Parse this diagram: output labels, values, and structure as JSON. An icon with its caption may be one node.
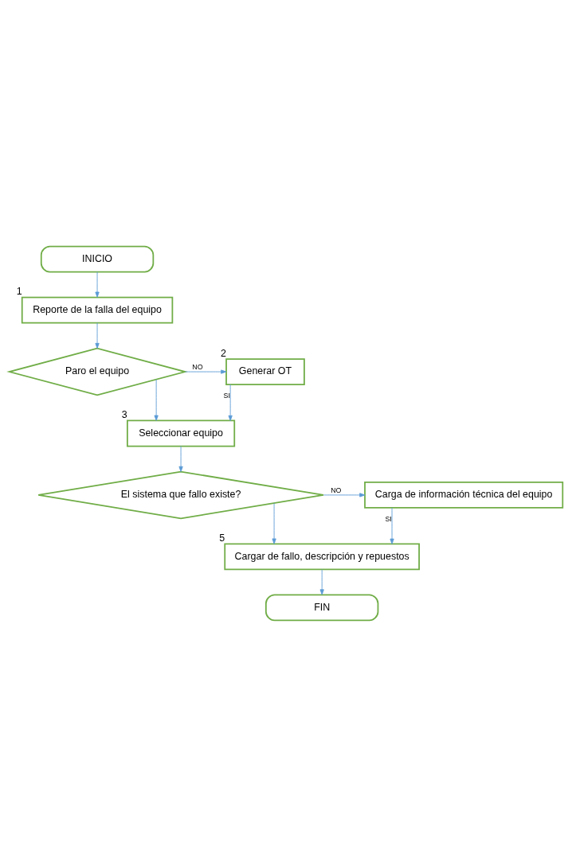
{
  "diagram": {
    "nodes": [
      {
        "text": [
          "INICIO"
        ]
      },
      {
        "text": [
          "Reporte de la falla del equipo"
        ],
        "beside": [
          "1"
        ]
      },
      {
        "text": [
          "Paro el equipo"
        ]
      },
      {
        "text": [
          "Generar OT"
        ],
        "beside": [
          "2"
        ]
      },
      {
        "text": [
          "Seleccionar equipo"
        ],
        "beside": [
          "3"
        ]
      },
      {
        "text": [
          "El sistema que fallo existe?"
        ]
      },
      {
        "text": [
          "Carga de información técnica del equipo"
        ]
      },
      {
        "text": [
          "Cargar de fallo, descripción y repuestos"
        ],
        "beside": [
          "5"
        ]
      },
      {
        "text": [
          "FIN"
        ]
      }
    ],
    "edges": [
      {
        "from": 0,
        "to": 1,
        "arrow": "to"
      },
      {
        "from": 1,
        "to": 2,
        "arrow": "to"
      },
      {
        "from": 2,
        "to": 3,
        "arrow": "to",
        "label": "NO"
      },
      {
        "from": 2,
        "to": 4,
        "arrow": "to"
      },
      {
        "from": 3,
        "to": 4,
        "arrow": "to",
        "label": "SI"
      },
      {
        "from": 4,
        "to": 5,
        "arrow": "to"
      },
      {
        "from": 5,
        "to": 6,
        "arrow": "to",
        "label": "NO"
      },
      {
        "from": 5,
        "to": 7,
        "arrow": "to"
      },
      {
        "from": 6,
        "to": 7,
        "arrow": "to",
        "label": "SI"
      },
      {
        "from": 7,
        "to": 8,
        "arrow": "to"
      }
    ]
  }
}
